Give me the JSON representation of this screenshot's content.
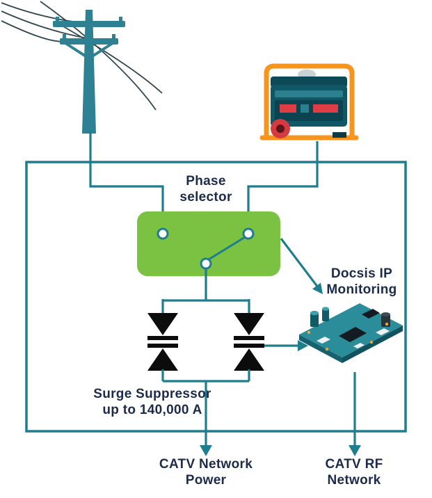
{
  "colors": {
    "teal": "#1f7e8e",
    "teal-dark": "#10525d",
    "green": "#7bc142",
    "orange": "#f7941d",
    "navy": "#1d2b4a",
    "ink": "#0c0c0c",
    "red": "#d63a41",
    "pole": "#2e8093",
    "wire-dark": "#32464e",
    "board": "#2a8d99"
  },
  "labels": {
    "phase_selector": "Phase\nselector",
    "docsis_monitoring": "Docsis IP\nMonitoring",
    "surge_suppressor": "Surge Suppressor\nup to 140,000 A",
    "catv_network_power": "CATV Network\nPower",
    "catv_rf_network": "CATV RF\nNetwork"
  },
  "icons": {
    "utility_pole": "utility-pole-icon",
    "power_line_wires": "power-line-wires",
    "generator": "portable-generator-icon",
    "phase_selector_switch": "phase-selector-switch",
    "surge_suppressor_symbol": "surge-suppressor-symbol",
    "circuit_board": "circuit-board-icon",
    "arrows": [
      "arrow-to-docsis",
      "arrow-to-board",
      "arrow-catv-power",
      "arrow-catv-rf"
    ]
  }
}
